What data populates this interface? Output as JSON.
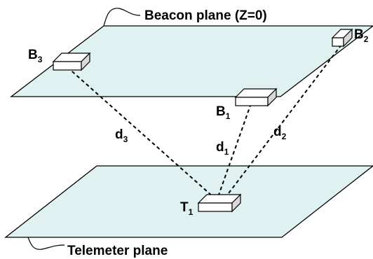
{
  "planes": {
    "beacon": {
      "label": "Beacon plane (Z=0)"
    },
    "telemeter": {
      "label": "Telemeter plane"
    }
  },
  "beacons": [
    {
      "id": "B3",
      "letter": "B",
      "sub": "3"
    },
    {
      "id": "B2",
      "letter": "B",
      "sub": "2"
    },
    {
      "id": "B1",
      "letter": "B",
      "sub": "1"
    }
  ],
  "telemeter_device": {
    "letter": "T",
    "sub": "1"
  },
  "distances": [
    {
      "letter": "d",
      "sub": "3"
    },
    {
      "letter": "d",
      "sub": "1"
    },
    {
      "letter": "d",
      "sub": "2"
    }
  ],
  "colors": {
    "plane_fill": "#dff2f1",
    "device_side": "#d9d9d9"
  }
}
